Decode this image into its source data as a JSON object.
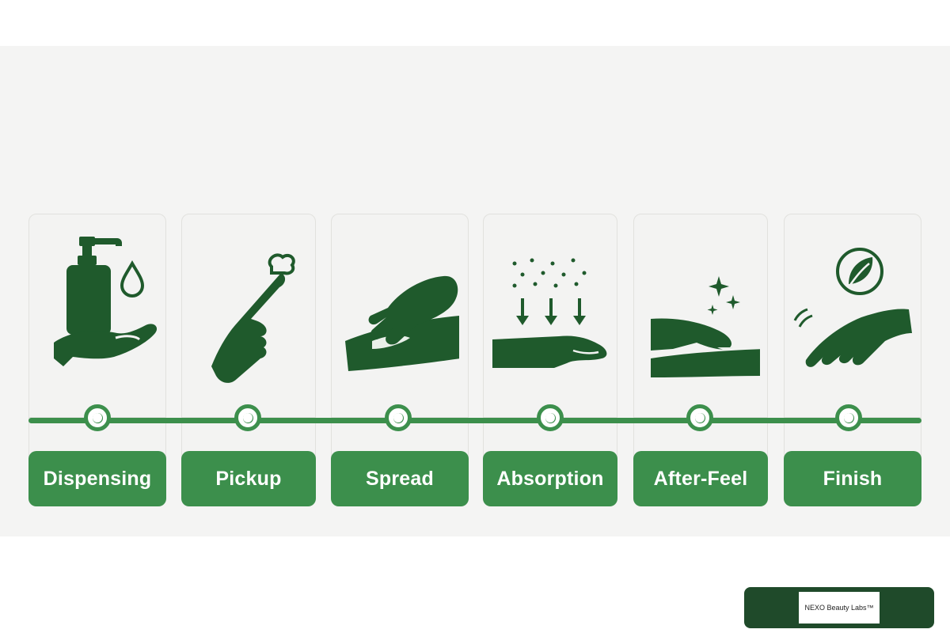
{
  "colors": {
    "dark_green": "#1f5a2c",
    "label_green": "#3c8f4c",
    "timeline_green": "#3c8f4c",
    "card_bg": "#f3f3f2"
  },
  "steps": [
    {
      "label": "Dispensing",
      "icon": "pump-bottle-hand-icon"
    },
    {
      "label": "Pickup",
      "icon": "finger-cream-icon"
    },
    {
      "label": "Spread",
      "icon": "hand-spreading-icon"
    },
    {
      "label": "Absorption",
      "icon": "absorption-arrows-icon"
    },
    {
      "label": "After-Feel",
      "icon": "hand-sparkle-icon"
    },
    {
      "label": "Finish",
      "icon": "leaf-hand-icon"
    }
  ],
  "brand": {
    "name": "NEXO Beauty Labs™"
  }
}
